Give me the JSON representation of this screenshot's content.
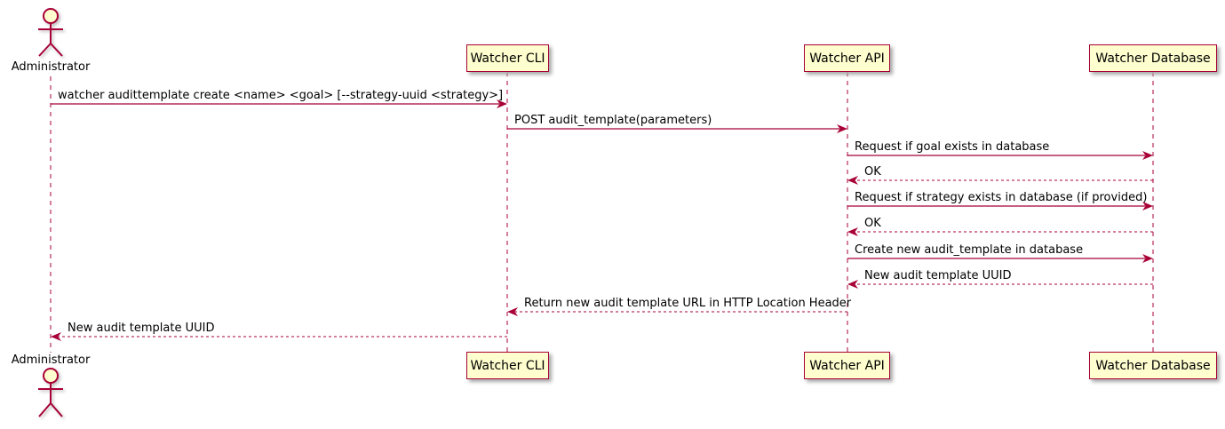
{
  "diagram": {
    "type": "sequence",
    "colors": {
      "line": "#A80036",
      "participant_fill": "#FEFECE",
      "participant_border": "#A80036",
      "text": "#000000",
      "background": "#FFFFFF"
    },
    "actor": {
      "label": "Administrator"
    },
    "participants": [
      {
        "id": "watcher-cli",
        "label": "Watcher CLI"
      },
      {
        "id": "watcher-api",
        "label": "Watcher API"
      },
      {
        "id": "watcher-database",
        "label": "Watcher Database"
      }
    ],
    "messages": [
      {
        "from": "Administrator",
        "to": "Watcher CLI",
        "style": "solid",
        "label": "watcher audittemplate create <name> <goal> [--strategy-uuid <strategy>]"
      },
      {
        "from": "Watcher CLI",
        "to": "Watcher API",
        "style": "solid",
        "label": "POST audit_template(parameters)"
      },
      {
        "from": "Watcher API",
        "to": "Watcher Database",
        "style": "solid",
        "label": "Request if goal exists in database"
      },
      {
        "from": "Watcher Database",
        "to": "Watcher API",
        "style": "dotted",
        "label": "OK"
      },
      {
        "from": "Watcher API",
        "to": "Watcher Database",
        "style": "solid",
        "label": "Request if strategy exists in database (if provided)"
      },
      {
        "from": "Watcher Database",
        "to": "Watcher API",
        "style": "dotted",
        "label": "OK"
      },
      {
        "from": "Watcher API",
        "to": "Watcher Database",
        "style": "solid",
        "label": "Create new audit_template in database"
      },
      {
        "from": "Watcher Database",
        "to": "Watcher API",
        "style": "dotted",
        "label": "New audit template UUID"
      },
      {
        "from": "Watcher API",
        "to": "Watcher CLI",
        "style": "dotted",
        "label": "Return new audit template URL in HTTP Location Header"
      },
      {
        "from": "Watcher CLI",
        "to": "Administrator",
        "style": "dotted",
        "label": "New audit template UUID"
      }
    ]
  }
}
